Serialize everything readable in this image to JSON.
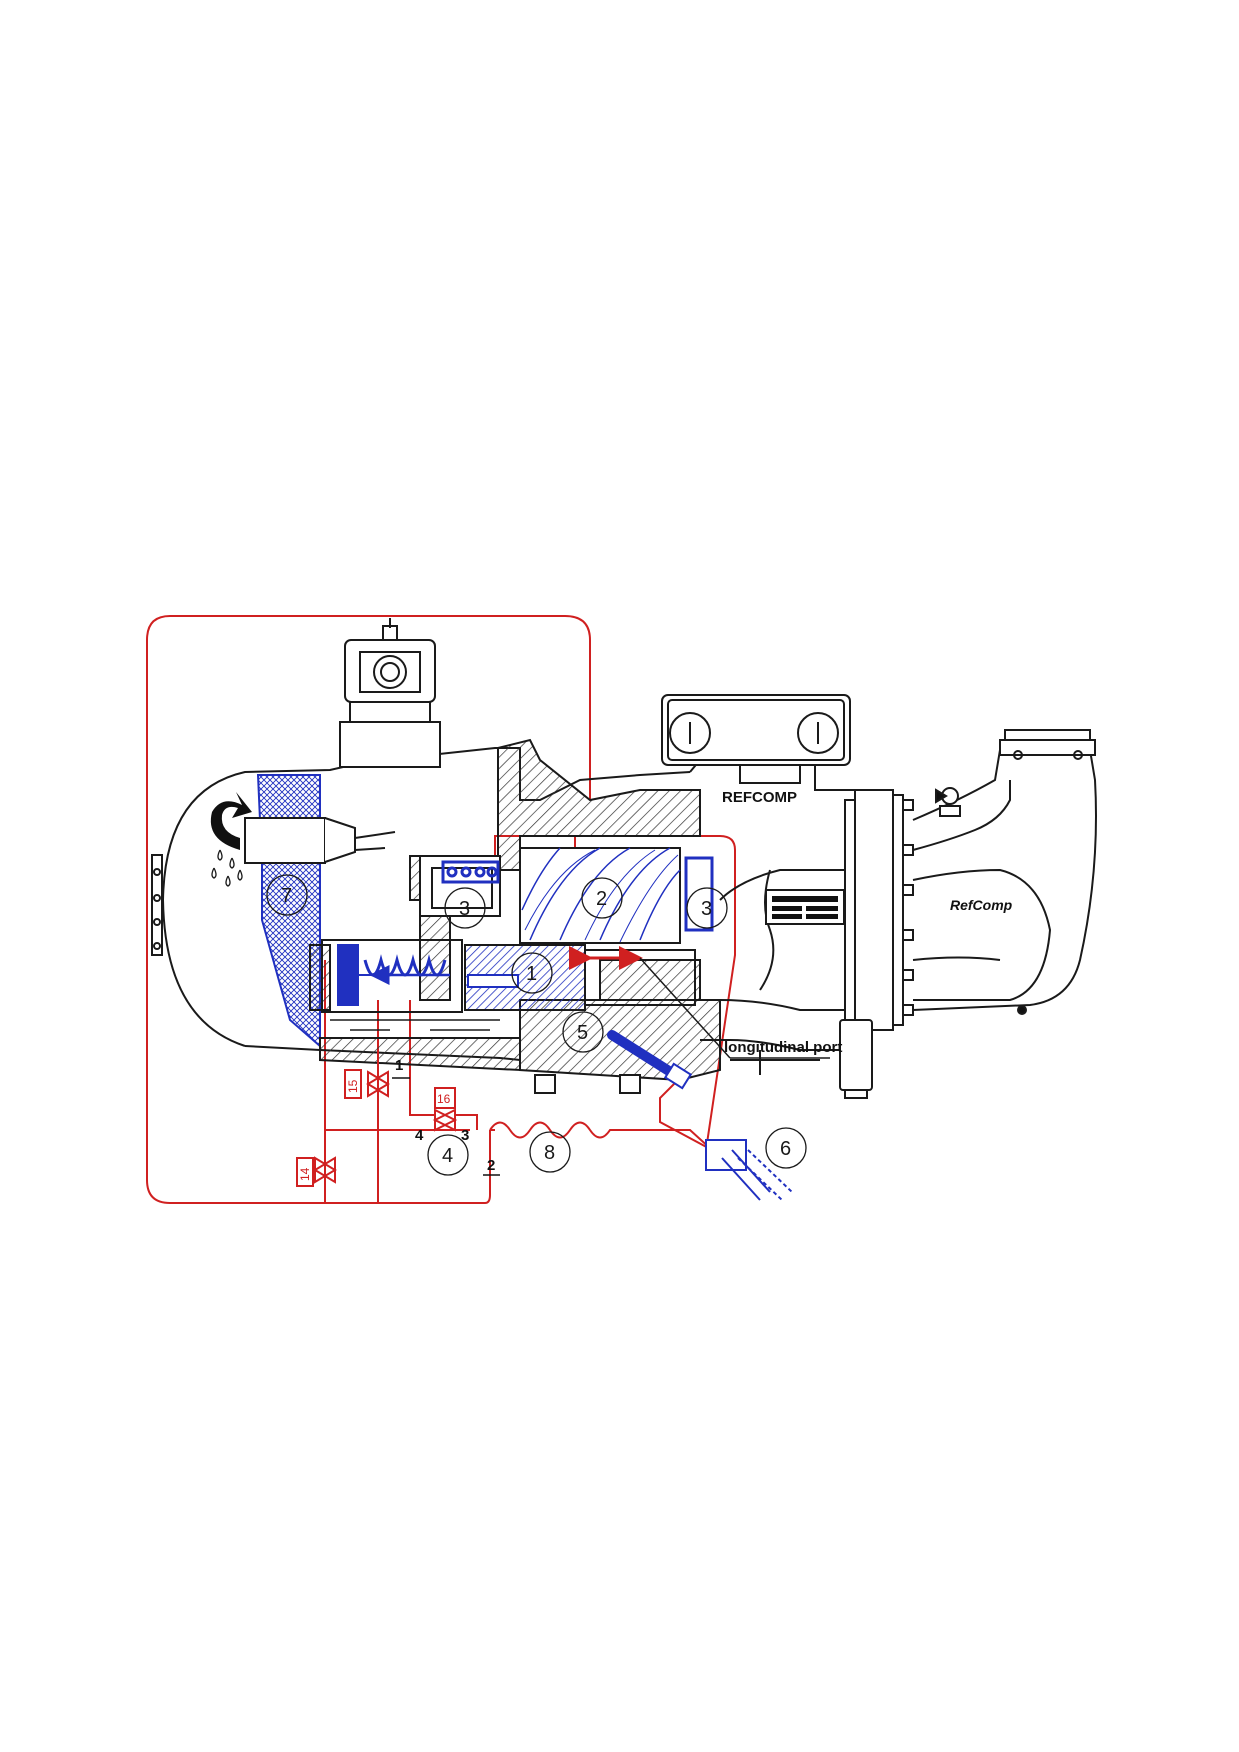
{
  "brand": {
    "plate_text": "REFCOMP",
    "badge_text": "RefComp"
  },
  "port_label": "longitudinal port",
  "callouts": [
    "1",
    "2",
    "3",
    "3",
    "4",
    "5",
    "6",
    "7",
    "8"
  ],
  "valves": [
    "14",
    "15",
    "16"
  ],
  "line_numbers": [
    "1",
    "2",
    "3",
    "4"
  ],
  "colors": {
    "oil_line": "#d02020",
    "slide_parts": "#2030c0",
    "outline": "#1a1a1a",
    "hatch": "#444444"
  }
}
